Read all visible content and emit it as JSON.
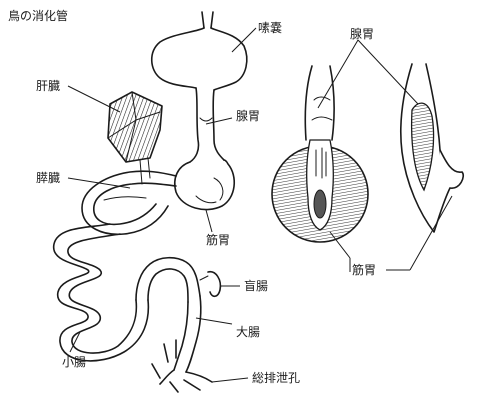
{
  "title": "鳥の消化管",
  "labels": {
    "crop": "嗉嚢",
    "liver": "肝臓",
    "proventriculus": "腺胃",
    "pancreas": "膵臓",
    "gizzard": "筋胃",
    "cecum": "盲腸",
    "large_intestine": "大腸",
    "small_intestine": "小腸",
    "cloaca": "総排泄孔",
    "section_proventriculus": "腺胃",
    "section_gizzard": "筋胃"
  },
  "colors": {
    "ink": "#1b1b1b",
    "background": "#ffffff"
  }
}
